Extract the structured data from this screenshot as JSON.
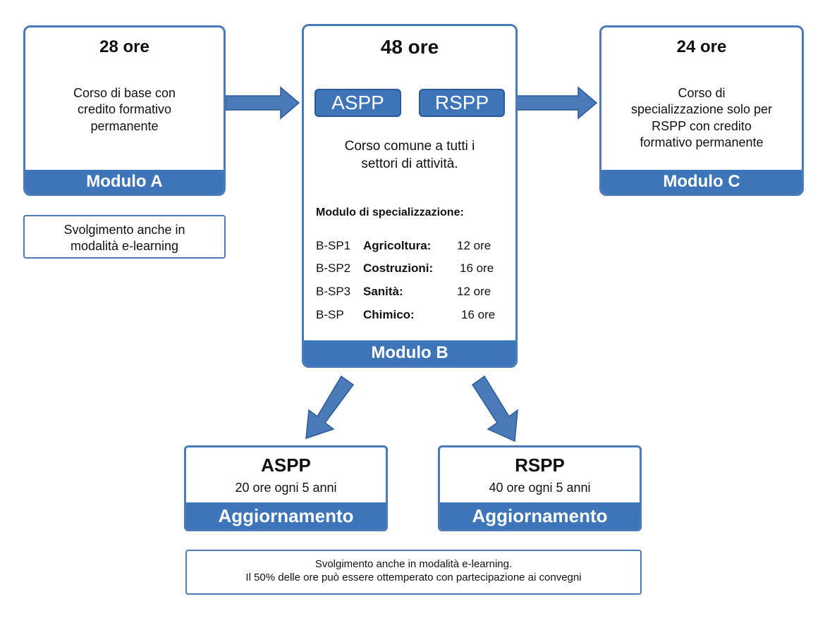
{
  "modulo_a": {
    "hours": "28 ore",
    "description_lines": [
      "Corso di base con",
      "credito formativo",
      "permanente"
    ],
    "label": "Modulo A",
    "note_lines": [
      "Svolgimento anche in",
      "modalità e-learning"
    ]
  },
  "modulo_b": {
    "hours": "48 ore",
    "pill_aspp": "ASPP",
    "pill_rspp": "RSPP",
    "description_lines": [
      "Corso comune a tutti i",
      "settori di attività."
    ],
    "spec_title": "Modulo di specializzazione:",
    "spec_rows": [
      {
        "code": "B-SP1",
        "sector": "Agricoltura:",
        "hours": "12 ore"
      },
      {
        "code": "B-SP2",
        "sector": "Costruzioni:",
        "hours": "16 ore"
      },
      {
        "code": "B-SP3",
        "sector": "Sanità:",
        "hours": "12 ore"
      },
      {
        "code": "B-SP",
        "sector": "Chimico:",
        "hours": "16 ore"
      }
    ],
    "label": "Modulo B"
  },
  "modulo_c": {
    "hours": "24 ore",
    "description_lines": [
      "Corso di",
      "specializzazione solo per",
      "RSPP con credito",
      "formativo permanente"
    ],
    "label": "Modulo C"
  },
  "aggiornamento_aspp": {
    "title": "ASPP",
    "hours": "20 ore ogni 5 anni",
    "label": "Aggiornamento"
  },
  "aggiornamento_rspp": {
    "title": "RSPP",
    "hours": "40 ore ogni 5 anni",
    "label": "Aggiornamento"
  },
  "bottom_note_lines": [
    "Svolgimento anche in modalità e-learning.",
    "Il 50% delle ore può essere ottemperato con partecipazione ai convegni"
  ],
  "colors": {
    "accent": "#3e74b8",
    "border": "#4a7ab8",
    "arrow": "#4a7ab8",
    "arrow_outline": "#2c5a95"
  }
}
